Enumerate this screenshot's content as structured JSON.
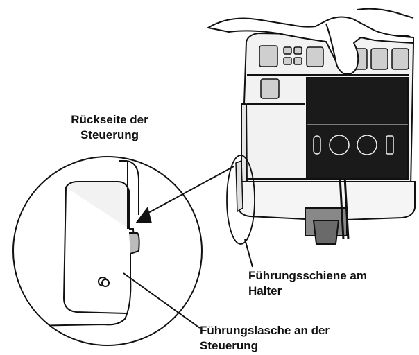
{
  "labels": {
    "back_of_controller": {
      "line1": "Rückseite der",
      "line2": "Steuerung"
    },
    "rail_on_holder": {
      "line1": "Führungsschiene am",
      "line2": "Halter"
    },
    "tab_on_controller": {
      "line1": "Führungslasche an der",
      "line2": "Steuerung"
    }
  },
  "colors": {
    "line": "#111111",
    "screen": "#1a1a1a",
    "button_fill": "#cfcfcf",
    "body_fill": "#f2f2f2",
    "shade": "#e0e0e0",
    "background": "#ffffff"
  },
  "icons": {
    "pointer_arrow": "arrowhead",
    "controller": "irrigation-controller-illustration"
  }
}
